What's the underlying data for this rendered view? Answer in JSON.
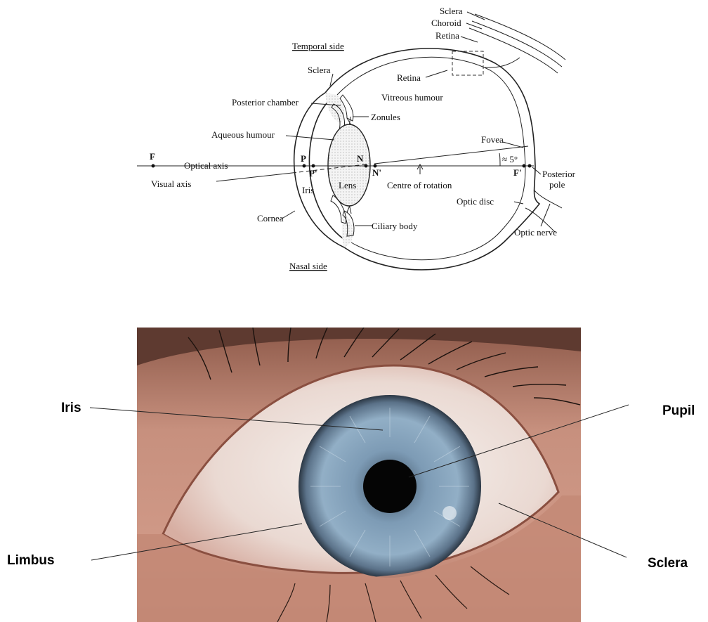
{
  "diagram_labels": {
    "temporal_side": "Temporal side",
    "nasal_side": "Nasal side",
    "sclera_top": "Sclera",
    "choroid": "Choroid",
    "retina_top": "Retina",
    "retina_inner": "Retina",
    "sclera": "Sclera",
    "posterior_chamber": "Posterior chamber",
    "zonules": "Zonules",
    "vitreous_humour": "Vitreous humour",
    "aqueous_humour": "Aqueous humour",
    "fovea": "Fovea",
    "angle": "≈ 5°",
    "F": "F",
    "P": "P",
    "N": "N",
    "optical_axis": "Optical axis",
    "P_prime": "P'",
    "N_prime": "N'",
    "F_prime": "F'",
    "posterior_pole": "Posterior pole",
    "visual_axis": "Visual axis",
    "iris": "Iris",
    "lens": "Lens",
    "centre_of_rotation": "Centre of rotation",
    "optic_disc": "Optic disc",
    "cornea": "Cornea",
    "ciliary_body": "Ciliary body",
    "optic_nerve": "Optic nerve"
  },
  "photo_labels": {
    "iris": "Iris",
    "pupil": "Pupil",
    "limbus": "Limbus",
    "sclera": "Sclera"
  },
  "colors": {
    "iris": "#6f8ea8",
    "skin": "#c98d7a",
    "sclera": "#f1ebe6",
    "pupil": "#050505"
  }
}
